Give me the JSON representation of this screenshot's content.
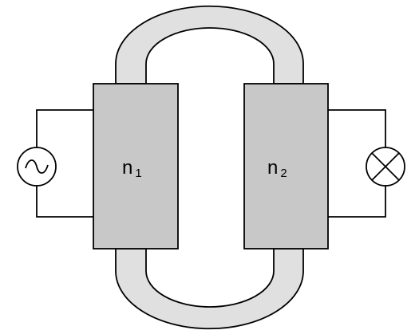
{
  "diagram": {
    "primary_coil": {
      "label": "n",
      "subscript": "1"
    },
    "secondary_coil": {
      "label": "n",
      "subscript": "2"
    },
    "source": {
      "icon": "ac-source-icon"
    },
    "load": {
      "icon": "lamp-icon"
    },
    "colors": {
      "core_fill": "#e0e0e0",
      "coil_fill": "#c8c8c8",
      "stroke": "#000000",
      "background": "#ffffff"
    }
  }
}
